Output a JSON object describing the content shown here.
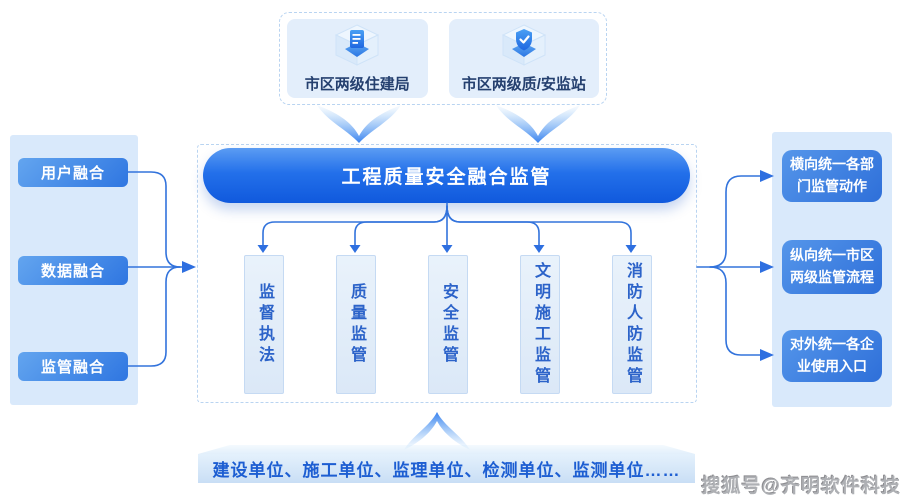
{
  "top_group": {
    "boxes": [
      {
        "label": "市区两级住建局",
        "icon": "building-cube-icon"
      },
      {
        "label": "市区两级质/安监站",
        "icon": "shield-cube-icon"
      }
    ]
  },
  "left_panel": {
    "items": [
      {
        "label": "用户融合"
      },
      {
        "label": "数据融合"
      },
      {
        "label": "监管融合"
      }
    ]
  },
  "core": {
    "title": "工程质量安全融合监管",
    "columns": [
      {
        "label": "监督执法"
      },
      {
        "label": "质量监管"
      },
      {
        "label": "安全监管"
      },
      {
        "label": "文明施工监管"
      },
      {
        "label": "消防人防监管"
      }
    ]
  },
  "right_panel": {
    "items": [
      {
        "label": "横向统一各部门监管动作"
      },
      {
        "label": "纵向统一市区两级监管流程"
      },
      {
        "label": "对外统一各企业使用入口"
      }
    ]
  },
  "bottom_bar": {
    "label": "建设单位、施工单位、监理单位、检测单位、监测单位……"
  },
  "watermark": {
    "text": "搜狐号@齐明软件科技"
  },
  "colors": {
    "accent_blue": "#1e66e0",
    "panel_light_blue": "#d9e9fb",
    "connector_blue": "#3273dc",
    "column_text_blue": "#2c63c9"
  }
}
